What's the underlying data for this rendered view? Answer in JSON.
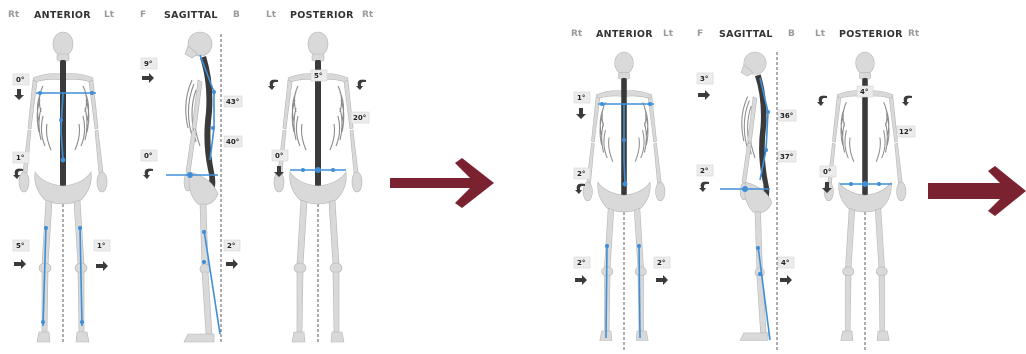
{
  "panel_left": {
    "anterior": {
      "left": "Rt",
      "title": "ANTERIOR",
      "right": "Lt",
      "tags": {
        "shoulder": "0°",
        "pelvis": "1°",
        "knee_rt": "5°",
        "knee_lt": "1°"
      }
    },
    "sagittal": {
      "left": "F",
      "title": "SAGITTAL",
      "right": "B",
      "tags": {
        "head": "9°",
        "thoracic": "43°",
        "lumbar": "40°",
        "pelvis": "0°",
        "knee": "2°"
      }
    },
    "posterior": {
      "left": "Lt",
      "title": "POSTERIOR",
      "right": "Rt",
      "tags": {
        "shoulder": "5°",
        "thoracic": "20°",
        "pelvis": "0°"
      }
    }
  },
  "panel_right": {
    "anterior": {
      "left": "Rt",
      "title": "ANTERIOR",
      "right": "Lt",
      "tags": {
        "shoulder": "1°",
        "pelvis": "2°",
        "knee_rt": "2°",
        "knee_lt": "2°"
      }
    },
    "sagittal": {
      "left": "F",
      "title": "SAGITTAL",
      "right": "B",
      "tags": {
        "head": "3°",
        "thoracic": "36°",
        "lumbar": "37°",
        "pelvis": "2°",
        "knee": "4°"
      }
    },
    "posterior": {
      "left": "Lt",
      "title": "POSTERIOR",
      "right": "Rt",
      "tags": {
        "shoulder": "4°",
        "thoracic": "12°",
        "pelvis": "0°"
      }
    }
  },
  "colors": {
    "measure_line": "#3f8fd8",
    "transition_arrow": "#7b2230"
  }
}
